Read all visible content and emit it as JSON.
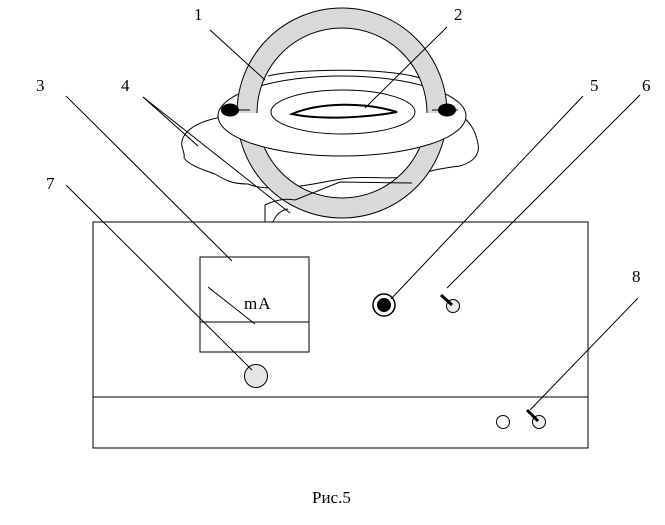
{
  "figure": {
    "caption": "Рис.5",
    "meter_unit": "mA",
    "callouts": [
      {
        "id": "1",
        "label": "1"
      },
      {
        "id": "2",
        "label": "2"
      },
      {
        "id": "3",
        "label": "3"
      },
      {
        "id": "4",
        "label": "4"
      },
      {
        "id": "5",
        "label": "5"
      },
      {
        "id": "6",
        "label": "6"
      },
      {
        "id": "7",
        "label": "7"
      },
      {
        "id": "8",
        "label": "8"
      }
    ],
    "colors": {
      "line": "#000000",
      "ring_fill": "#d9d9d9",
      "knob_fill": "#e6e6e6",
      "background": "#ffffff"
    }
  }
}
